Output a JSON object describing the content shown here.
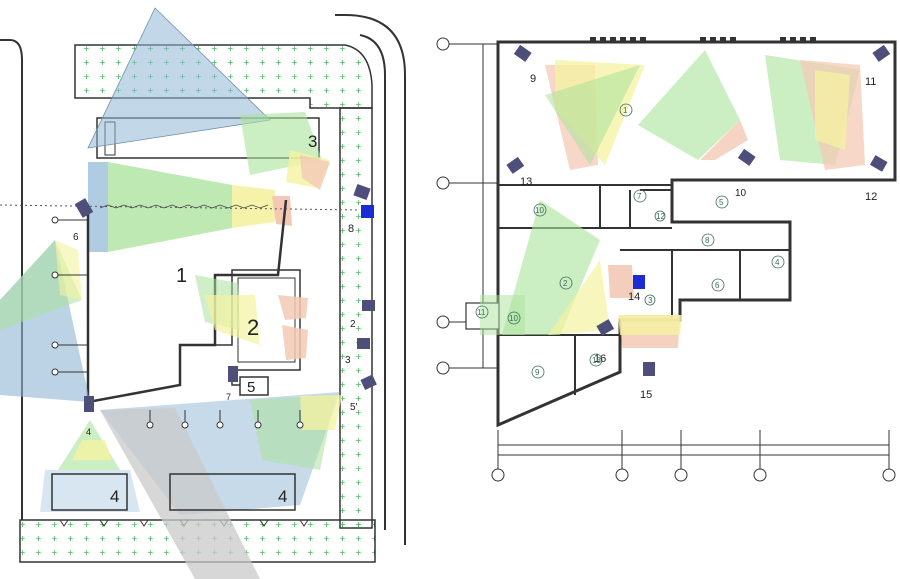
{
  "site_plan": {
    "zone_labels": [
      "1",
      "2",
      "3",
      "4",
      "4",
      "5"
    ],
    "camera_labels": [
      "6",
      "8",
      "2",
      "3",
      "5'",
      "4",
      "7"
    ]
  },
  "floor_plan": {
    "camera_labels": [
      "9",
      "11",
      "13",
      "12",
      "15",
      "16",
      "14"
    ],
    "room_numbers": [
      "1",
      "2",
      "3",
      "4",
      "5",
      "6",
      "7",
      "8",
      "9",
      "10",
      "10",
      "11",
      "12",
      "13",
      "15"
    ],
    "wall_label_10": "10"
  },
  "colors": {
    "blue_zone": "#8fb6d6",
    "green_zone": "#a9e29a",
    "yellow_zone": "#f4f2a0",
    "pink_zone": "#f3c9b5",
    "grey_zone": "#c9c9c9",
    "camera": "#4d4f7a",
    "camera_active": "#1b2bd6",
    "grass_dot": "#2db34a"
  }
}
